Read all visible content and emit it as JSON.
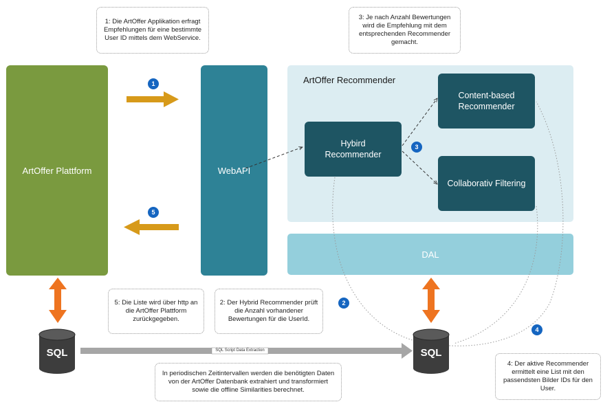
{
  "notes": {
    "n1": "1: Die ArtOffer Applikation erfragt Empfehlungen für eine bestimmte User ID mittels dem WebService.",
    "n3": "3: Je nach Anzahl Bewertungen wird die Empfehlung mit dem entsprechenden Recommender gemacht.",
    "n5": "5: Die Liste wird über http an die ArtOffer Plattform zurückgegeben.",
    "n2": "2: Der Hybrid Recommender prüft die Anzahl vorhandener Bewertungen für die UserId.",
    "n4": "4: Der aktive Recommender ermittelt eine List mit den passendsten Bilder IDs für den User.",
    "periodic": "In periodischen Zeitintervallen werden die benötigten Daten von der ArtOffer Datenbank extrahiert und transformiert sowie die offline Similarities berechnet."
  },
  "boxes": {
    "platform": "ArtOffer Plattform",
    "webapi": "WebAPI",
    "recommender_title": "ArtOffer Recommender",
    "hybrid": "Hybird Recommender",
    "content": "Content-based Recommender",
    "collab": "Collaborativ Filtering",
    "dal": "DAL"
  },
  "badges": {
    "b1": "1",
    "b2": "2",
    "b3": "3",
    "b4": "4",
    "b5": "5"
  },
  "sql": {
    "left": "SQL",
    "right": "SQL"
  },
  "etl_label": "SQL Script Data Extraction",
  "colors": {
    "platform": "#7a9a3f",
    "webapi": "#2e8296",
    "recommender_bg": "#dcedf2",
    "dark_box": "#1e5563",
    "dal": "#94cfdc",
    "gold_arrow": "#d79a1a",
    "orange_arrow": "#ee7420",
    "badge": "#1565c0",
    "db": "#3d3d3d"
  }
}
